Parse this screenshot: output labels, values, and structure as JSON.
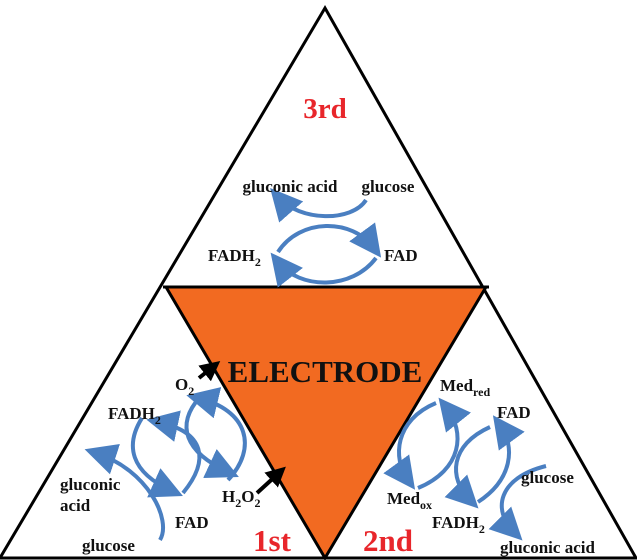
{
  "colors": {
    "outline": "#000000",
    "electrode_fill": "#f26a21",
    "stage_labels": "#e8262b",
    "arrows": "#4a7fc1",
    "o2_arrows": "#000000",
    "text": "#111111"
  },
  "electrode": {
    "label": "ELECTRODE"
  },
  "stage1": {
    "title": "1st",
    "fadh2": "FADH",
    "fadh2_sub": "2",
    "fad": "FAD",
    "gluconic_1": "gluconic",
    "gluconic_2": "acid",
    "glucose": "glucose",
    "o2": "O",
    "o2_sub": "2",
    "h2o2_a": "H",
    "h2o2_sub1": "2",
    "h2o2_b": "O",
    "h2o2_sub2": "2"
  },
  "stage2": {
    "title": "2nd",
    "med_red": "Med",
    "med_red_sub": "red",
    "fad": "FAD",
    "glucose": "glucose",
    "med_ox": "Med",
    "med_ox_sub": "ox",
    "fadh2": "FADH",
    "fadh2_sub": "2",
    "gluconic": "gluconic acid"
  },
  "stage3": {
    "title": "3rd",
    "gluconic": "gluconic acid",
    "glucose": "glucose",
    "fadh2": "FADH",
    "fadh2_sub": "2",
    "fad": "FAD"
  }
}
